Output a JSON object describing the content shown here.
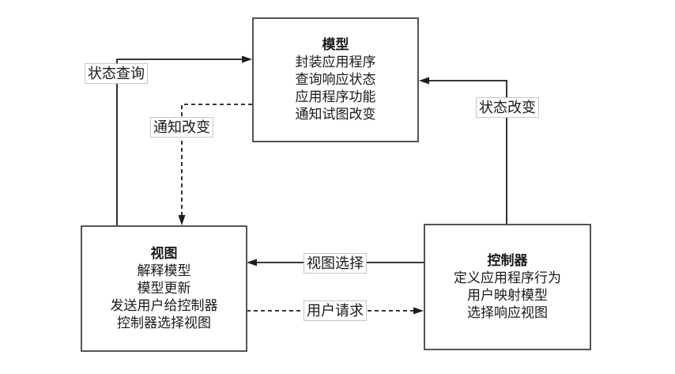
{
  "boxes": {
    "model": {
      "title": "模型",
      "lines": [
        "封装应用程序",
        "查询响应状态",
        "应用程序功能",
        "通知试图改变"
      ]
    },
    "view": {
      "title": "视图",
      "lines": [
        "解释模型",
        "模型更新",
        "发送用户给控制器",
        "控制器选择视图"
      ]
    },
    "controller": {
      "title": "控制器",
      "lines": [
        "定义应用程序行为",
        "用户映射模型",
        "选择响应视图"
      ]
    }
  },
  "edges": {
    "state_query": {
      "label": "状态查询",
      "style": "solid",
      "from": "view",
      "to": "model"
    },
    "notify_change": {
      "label": "通知改变",
      "style": "dashed",
      "from": "model",
      "to": "view"
    },
    "state_change": {
      "label": "状态改变",
      "style": "solid",
      "from": "controller",
      "to": "model"
    },
    "view_selection": {
      "label": "视图选择",
      "style": "solid",
      "from": "controller",
      "to": "view"
    },
    "user_request": {
      "label": "用户请求",
      "style": "dashed",
      "from": "view",
      "to": "controller"
    }
  },
  "colors": {
    "background": "#ffffff",
    "line": "#1c1c1c",
    "box_border": "#545454",
    "text": "#1a1a1a",
    "label_border": "#c6c6c6"
  }
}
